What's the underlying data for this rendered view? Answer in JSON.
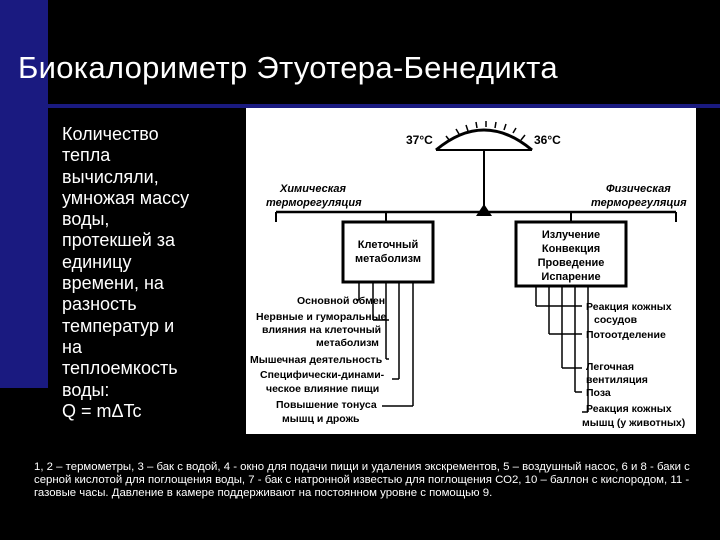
{
  "slide": {
    "title": "Биокалориметр Этуотера-Бенедикта",
    "body_lines": [
      "Количество",
      "тепла",
      "вычисляли,",
      "умножая массу",
      "воды,",
      "протекшей за",
      "единицу",
      "времени, на",
      "разность",
      "температур и",
      "на",
      "теплоемкость",
      "воды:"
    ],
    "formula": "Q = mΔTc",
    "caption": "1, 2 – термометры, 3 – бак с водой, 4 - окно для подачи пищи и удаления экскрементов, 5 – воздушный насос, 6 и 8 - баки с серной кислотой для поглощения воды, 7 - бак с натронной известью для поглощения СО2, 10 – баллон с кислородом, 11 - газовые часы. Давление в камере поддерживают на постоянном уровне с помощью 9."
  },
  "diagram": {
    "temp_left": "37°C",
    "temp_right": "36°C",
    "chem_label": [
      "Химическая",
      "терморегуляция"
    ],
    "phys_label": [
      "Физическая",
      "терморегуляция"
    ],
    "left_box": [
      "Клеточный",
      "метаболизм"
    ],
    "right_box": [
      "Излучение",
      "Конвекция",
      "Проведение",
      "Испарение"
    ],
    "left_factors": [
      "Основной обмен",
      "Нервные и гуморальные",
      "влияния на клеточный",
      "метаболизм",
      "Мышечная деятельность",
      "Специфически-динами-",
      "ческое влияние пищи",
      "Повышение тонуса",
      "мышц и дрожь"
    ],
    "right_factors": [
      "Реакция кожных",
      "сосудов",
      "Потоотделение",
      "Легочная",
      "вентиляция",
      "Поза",
      "Реакция кожных",
      "мышц (у животных)"
    ]
  }
}
